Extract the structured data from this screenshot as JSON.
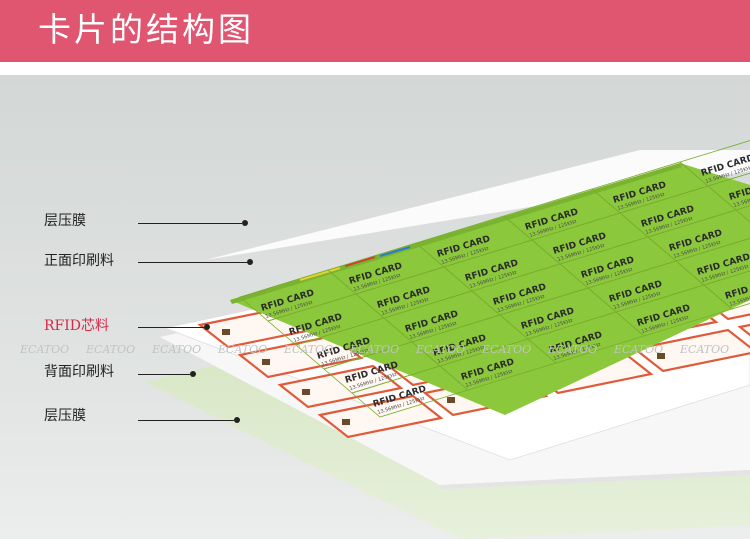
{
  "header": {
    "title": "卡片的结构图"
  },
  "labels": [
    {
      "key": "top_laminate",
      "text": "层压膜"
    },
    {
      "key": "front_print",
      "text": "正面印刷料"
    },
    {
      "key": "rfid_inlay",
      "text": "RFID芯料"
    },
    {
      "key": "back_print",
      "text": "背面印刷料"
    },
    {
      "key": "bottom_laminate",
      "text": "层压膜"
    }
  ],
  "card": {
    "main": "RFID CARD",
    "sub": "13.56MHz / 125KHz"
  },
  "watermark": "ECATOO",
  "colors": {
    "header": "#e05670",
    "green_sheet": "#8cc83c",
    "rfid_label": "#d62a4a",
    "antenna": "#e05a3a"
  }
}
